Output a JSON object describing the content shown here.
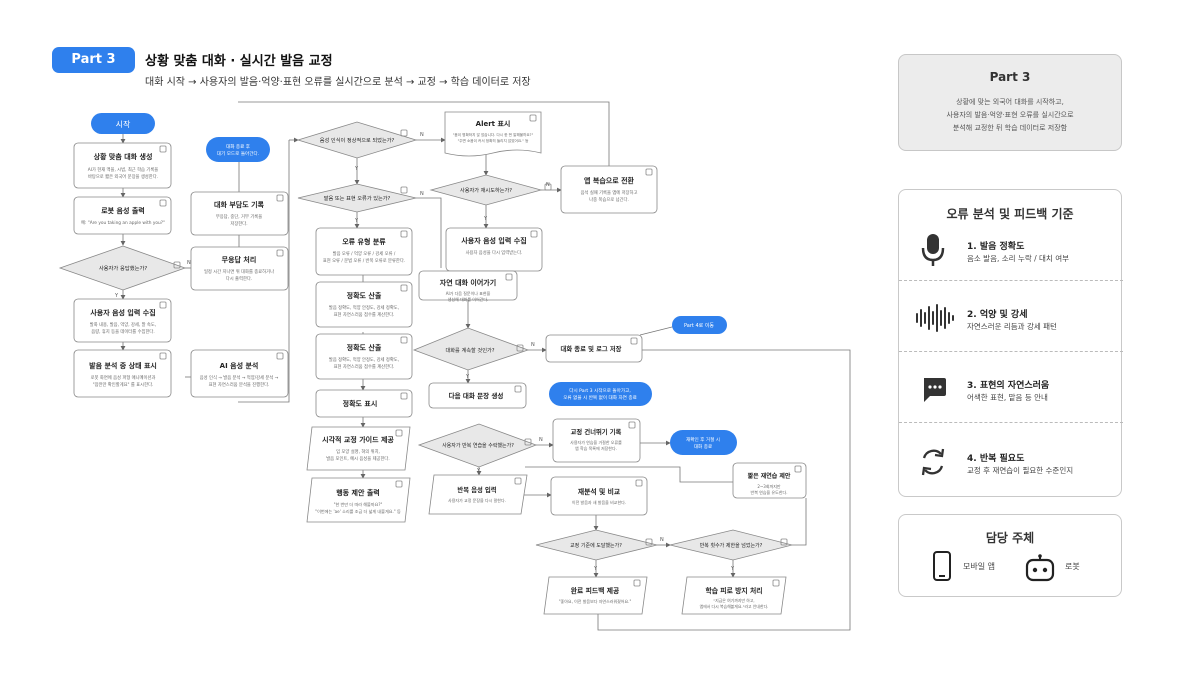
{
  "header": {
    "part_badge": "Part 3",
    "title": "상황 맞춤 대화 · 실시간 발음 교정",
    "subtitle": "대화 시작 → 사용자의 발음·억양·표현 오류를 실시간으로 분석 → 교정 → 학습 데이터로 저장"
  },
  "summary_panel": {
    "title": "Part 3",
    "lines": [
      "상황에 맞는 외국어 대화를 시작하고,",
      "사용자의 발음·억양·표현 오류를 실시간으로",
      "분석해 교정한 뒤 학습 데이터로 저장함"
    ]
  },
  "criteria_panel": {
    "title": "오류 분석 및 피드백 기준",
    "items": [
      {
        "icon": "microphone-icon",
        "title": "1. 발음 정확도",
        "desc": "음소 발음, 소리 누락 / 대치 여부"
      },
      {
        "icon": "sound-wave-icon",
        "title": "2. 억양 및 강세",
        "desc": "자연스러운 리듬과 강세 패턴"
      },
      {
        "icon": "chat-bubble-icon",
        "title": "3. 표현의 자연스러움",
        "desc": "어색한 표현, 맡음 등 안내"
      },
      {
        "icon": "repeat-cycle-icon",
        "title": "4. 반복 필요도",
        "desc": "교정 후 재연습이 필요한 수준인지"
      }
    ]
  },
  "actors_panel": {
    "title": "담당 주체",
    "mobile": {
      "icon": "mobile-phone-icon",
      "label": "모바일 앱"
    },
    "robot": {
      "icon": "robot-icon",
      "label": "로봇"
    }
  },
  "flow": {
    "start": "시작",
    "generate": {
      "title": "상황 맞춤 대화 생성",
      "desc": [
        "AI가 현재 맥을, 시범, 최근 학습 기록을",
        "바탕으로 짧은 외국어 문장을 생성한다."
      ]
    },
    "robot_speech": {
      "title": "로봇 음성 출력",
      "desc": [
        "예: \"Are you taking an apple with you?\""
      ]
    },
    "responded": "사용자가 응답했는가?",
    "collect_audio": {
      "title": "사용자 음성 입력 수집",
      "desc": [
        "발화 내용, 발음, 억양, 강세, 말 속도,",
        "음량, 휴지 등을 데이터를 수집한다."
      ]
    },
    "status_display": {
      "title": "발음 분석 중 상태 표시",
      "desc": [
        "로봇 화면에 음성 파형 애니메이션과",
        "\"잠깐만 확인할게요\" 를 표시한다."
      ]
    },
    "ai_analysis": {
      "title": "AI 음성 분석",
      "desc": [
        "음성 인식 → 발음 분석 → 억양/강세 분석 →",
        "표현 자연스러움 분석을 진행한다."
      ]
    },
    "no_response": {
      "title": "무응답 처리",
      "desc": [
        "일정 시간 지나면 위 대화를 종료하거나",
        "다시 출력한다."
      ]
    },
    "burden_log": {
      "title": "대화 부담도 기록",
      "desc": [
        "무응답, 중단, 거부 기록을",
        "저장한다."
      ]
    },
    "standby_pill": [
      "대화 종료 후",
      "대기 모드로 돌아간다."
    ],
    "recognized": "음성 인식이 정상적으로 되었는가?",
    "has_error": "발음 또는 표현 오류가 있는가?",
    "error_types": {
      "title": "오류 유형 분류",
      "desc": [
        "발음 오류 / 억양 오류 / 강세 오류 /",
        "표현 오류 / 문법 오류 / 반복 오류로 분류한다."
      ]
    },
    "score1": {
      "title": "정확도 산출",
      "desc": [
        "발음 정확도, 억양 안정도, 강세 정확도,",
        "표현 자연스러움 점수를 계산한다."
      ]
    },
    "score2": {
      "title": "정확도 산출",
      "desc": [
        "발음 정확도, 억양 안정도, 강세 정확도,",
        "표현 자연스러움 점수를 계산한다."
      ]
    },
    "accuracy_display": {
      "title": "정확도 표시"
    },
    "visual_guide": {
      "title": "시각적 교정 가이드 제공",
      "desc": [
        "입 모양 설명, 혀의 위치,",
        "발음 포인트, 예시 음성을 제공한다."
      ]
    },
    "action_output": {
      "title": "행동 제안 출력",
      "desc": [
        "\"한 번만 더 따라 해볼까요?\"",
        "\"이번에는 'ae' 소리를 조금 더 넓게 내볼게요.\" 등"
      ]
    },
    "alert": {
      "title": "Alert 표시",
      "desc": [
        "\"음이 명확하지 않 았습니다. 다시 한 번 말해볼까요?\"",
        "\"주변 소음이 커서 정확히 들리지 않았어요.\" 등"
      ]
    },
    "retry_asked": "사용자가 재시도하는가?",
    "retry_collect": {
      "title": "사용자 음성 입력 수집",
      "desc": [
        "사용자 음성을 다시 입력받는다."
      ]
    },
    "app_switch": {
      "title": "앱 복습으로 전환",
      "desc": [
        "음석 실패 기록을 앱에 저장하고",
        "나중 복습으로 넘긴다."
      ]
    },
    "continue_talk": {
      "title": "자연 대화 이어가기",
      "desc": [
        "AI가 다음 질문이나 표현을",
        "생성해 대화를 이어간다."
      ]
    },
    "continue_q": "대화를 계속할 것인가?",
    "end_log": {
      "title": "대화 종료 및 로그 저장"
    },
    "part4_pill": "Part 4로 이동",
    "next_sentence": {
      "title": "다음 대화 문장 생성"
    },
    "loop_pill": [
      "다시 Part 3 시작으로 돌아가고,",
      "오류 없을 시 반복 없이 대화 자연 종료"
    ],
    "practice_q": "사용자가 반복 연습을 수락했는가?",
    "skip_log": {
      "title": "교정 건너뛰기 기록",
      "desc": [
        "사용자가 연습을 거절한 오류를",
        "앱 학습 목록에 저장한다."
      ]
    },
    "review_pill": [
      "재확인 후 거절 시",
      "대화 종료"
    ],
    "repeat_input": {
      "title": "반복 음성 입력",
      "desc": [
        "사용자가 교정 문장을 다시 말한다."
      ]
    },
    "reanalyze": {
      "title": "재분석 및 비교",
      "desc": [
        "이전 발음과 새 발음을 비교한다."
      ]
    },
    "short_practice": {
      "title": "짧은 재연습 제안",
      "desc": [
        "2~3회까지만",
        "반복 연습을 유도한다."
      ]
    },
    "reached_q": "교정 기준에 도달했는가?",
    "limit_q": "반복 횟수가 제한을 넘었는가?",
    "complete": {
      "title": "완료 피드백 제공",
      "desc": [
        "\"좋아요, 이전 발음보다 자연스러워졌어요.\""
      ]
    },
    "fatigue": {
      "title": "학습 피로 방지 처리",
      "desc": [
        "\"지금은 여기까지만 하고,",
        "앱에서 다시 복습해볼게요.\"라고 안내한다."
      ]
    },
    "yes": "Y",
    "no": "N"
  }
}
